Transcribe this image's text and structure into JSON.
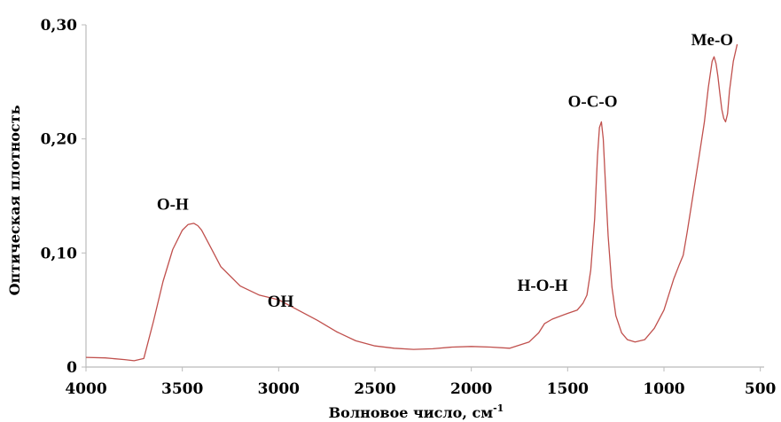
{
  "chart_data": {
    "type": "line",
    "title": "",
    "xlabel": "Волновое число, см",
    "xlabel_sup": "-1",
    "ylabel": "Оптическая плотность",
    "xlim": [
      4000,
      480
    ],
    "ylim": [
      0,
      0.3
    ],
    "x_reversed": true,
    "grid": false,
    "legend": "none",
    "x_ticks": [
      {
        "value": 4000,
        "label": "4000"
      },
      {
        "value": 3500,
        "label": "3500"
      },
      {
        "value": 3000,
        "label": "3000"
      },
      {
        "value": 2500,
        "label": "2500"
      },
      {
        "value": 2000,
        "label": "2000"
      },
      {
        "value": 1500,
        "label": "1500"
      },
      {
        "value": 1000,
        "label": "1000"
      },
      {
        "value": 500,
        "label": "500"
      }
    ],
    "y_ticks": [
      {
        "value": 0,
        "label": "0"
      },
      {
        "value": 0.1,
        "label": "0,10"
      },
      {
        "value": 0.2,
        "label": "0,20"
      },
      {
        "value": 0.3,
        "label": "0,30"
      }
    ],
    "colors": {
      "line": "#c0504d",
      "axis": "#bbbbbb",
      "text": "#000000"
    },
    "series": [
      {
        "x": [
          4000,
          3900,
          3800,
          3750,
          3700,
          3650,
          3600,
          3550,
          3500,
          3470,
          3440,
          3420,
          3400,
          3350,
          3300,
          3200,
          3100,
          3000,
          2900,
          2800,
          2700,
          2600,
          2500,
          2400,
          2300,
          2200,
          2100,
          2000,
          1900,
          1800,
          1700,
          1650,
          1620,
          1580,
          1500,
          1450,
          1420,
          1400,
          1380,
          1360,
          1345,
          1335,
          1325,
          1315,
          1305,
          1290,
          1270,
          1250,
          1220,
          1190,
          1150,
          1100,
          1050,
          1000,
          950,
          920,
          900,
          880,
          850,
          820,
          790,
          770,
          750,
          740,
          730,
          720,
          710,
          700,
          690,
          680,
          670,
          660,
          640,
          620
        ],
        "y": [
          0.0085,
          0.008,
          0.0065,
          0.0055,
          0.0075,
          0.04,
          0.075,
          0.103,
          0.12,
          0.125,
          0.126,
          0.124,
          0.12,
          0.104,
          0.088,
          0.071,
          0.063,
          0.059,
          0.05,
          0.041,
          0.031,
          0.023,
          0.0185,
          0.0165,
          0.0155,
          0.016,
          0.0175,
          0.018,
          0.0175,
          0.0165,
          0.022,
          0.03,
          0.038,
          0.042,
          0.047,
          0.05,
          0.056,
          0.063,
          0.085,
          0.13,
          0.185,
          0.21,
          0.215,
          0.2,
          0.165,
          0.115,
          0.07,
          0.045,
          0.03,
          0.024,
          0.022,
          0.024,
          0.034,
          0.05,
          0.077,
          0.09,
          0.098,
          0.118,
          0.15,
          0.182,
          0.215,
          0.245,
          0.268,
          0.272,
          0.266,
          0.255,
          0.24,
          0.226,
          0.218,
          0.215,
          0.222,
          0.242,
          0.268,
          0.283
        ]
      }
    ],
    "annotations": [
      {
        "text": "O-H",
        "x": 3550,
        "y": 0.138
      },
      {
        "text": "OH",
        "x": 2990,
        "y": 0.053
      },
      {
        "text": "H-O-H",
        "x": 1630,
        "y": 0.067
      },
      {
        "text": "O-C-O",
        "x": 1370,
        "y": 0.228
      },
      {
        "text": "Me-O",
        "x": 750,
        "y": 0.282
      }
    ]
  }
}
